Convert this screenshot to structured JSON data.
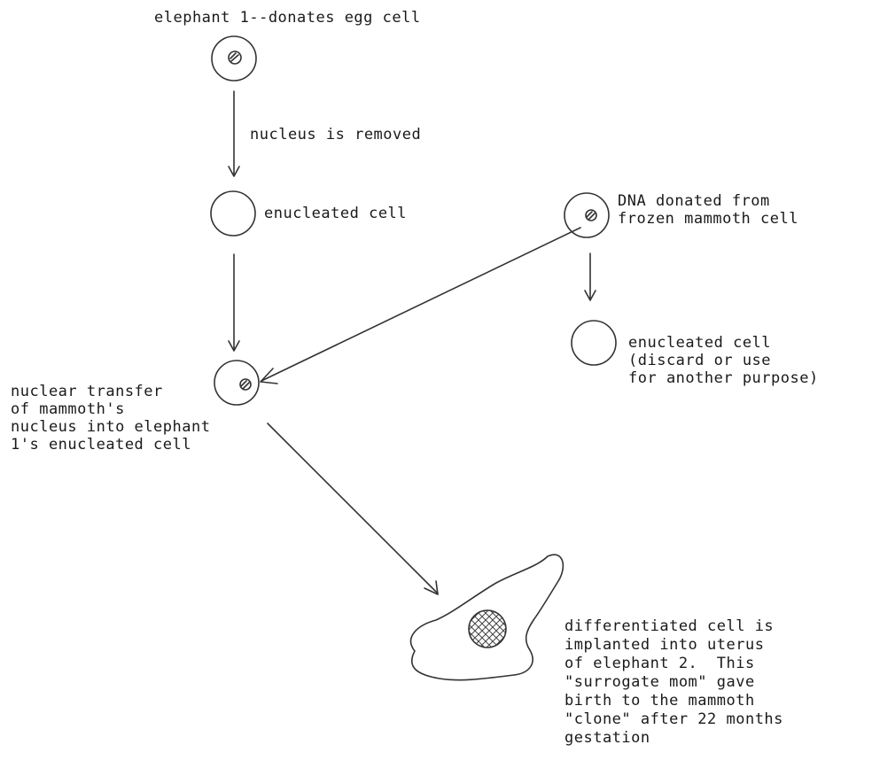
{
  "labels": {
    "egg_donor": "elephant 1--donates egg cell",
    "nucleus_removed": "nucleus is removed",
    "enucleated_cell_left": "enucleated cell",
    "dna_donor": "DNA donated from\nfrozen mammoth cell",
    "enucleated_cell_right": "enucleated cell\n(discard or use\nfor another purpose)",
    "nuclear_transfer": "nuclear transfer\nof mammoth's\nnucleus into elephant\n1's enucleated cell",
    "implanted": "differentiated cell is\nimplanted into uterus\nof elephant 2.  This\n\"surrogate mom\" gave\nbirth to the mammoth\n\"clone\" after 22 months\ngestation"
  }
}
